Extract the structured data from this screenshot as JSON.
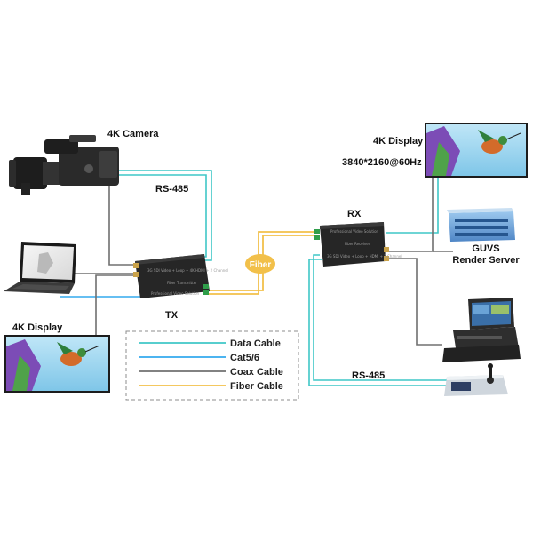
{
  "labels": {
    "camera": "4K Camera",
    "rs485_top": "RS-485",
    "display_right": "4K Display",
    "resolution": "3840*2160@60Hz",
    "rx": "RX",
    "tx": "TX",
    "fiber": "Fiber",
    "guvs_line1": "GUVS",
    "guvs_line2": "Render Server",
    "display_left": "4K Display",
    "rs485_bottom": "RS-485"
  },
  "legend": [
    {
      "label": "Data Cable",
      "color": "#3fc7c7"
    },
    {
      "label": "Cat5/6",
      "color": "#33aaee"
    },
    {
      "label": "Coax Cable",
      "color": "#707070"
    },
    {
      "label": "Fiber Cable",
      "color": "#f2c04a"
    }
  ],
  "device_text": {
    "tx_top": "3G SDI Video + Loop + 4K HDMI + 2 Channel",
    "tx_mid": "Fiber Transmitter",
    "tx_bottom": "Professional Video Solution",
    "rx_top": "Professional Video Solution",
    "rx_mid": "Fiber Receiver",
    "rx_bottom": "3G SDI Video + Loop + HDMI + 2 Channel"
  },
  "colors": {
    "data": "#3fc7c7",
    "cat": "#33aaee",
    "coax": "#707070",
    "fiber": "#f2c04a",
    "device": "#262626",
    "connector_gold": "#c9a24a",
    "port_green": "#2f9e4a"
  }
}
